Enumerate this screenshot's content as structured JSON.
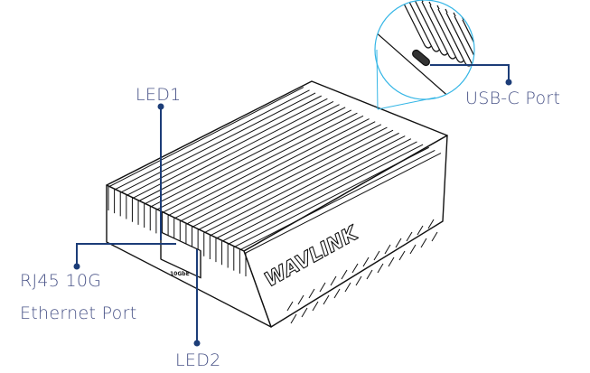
{
  "labels": {
    "led1": "LED1",
    "led2": "LED2",
    "usbc": "USB-C Port",
    "rj45_line1": "RJ45 10G",
    "rj45_line2": "Ethernet Port"
  },
  "device": {
    "logo": "WAVLINK",
    "port_label": "10GbE"
  },
  "colors": {
    "callout": "#1c3d78",
    "zoom_circle": "#35b6e6",
    "label_text": "#4a5488"
  }
}
